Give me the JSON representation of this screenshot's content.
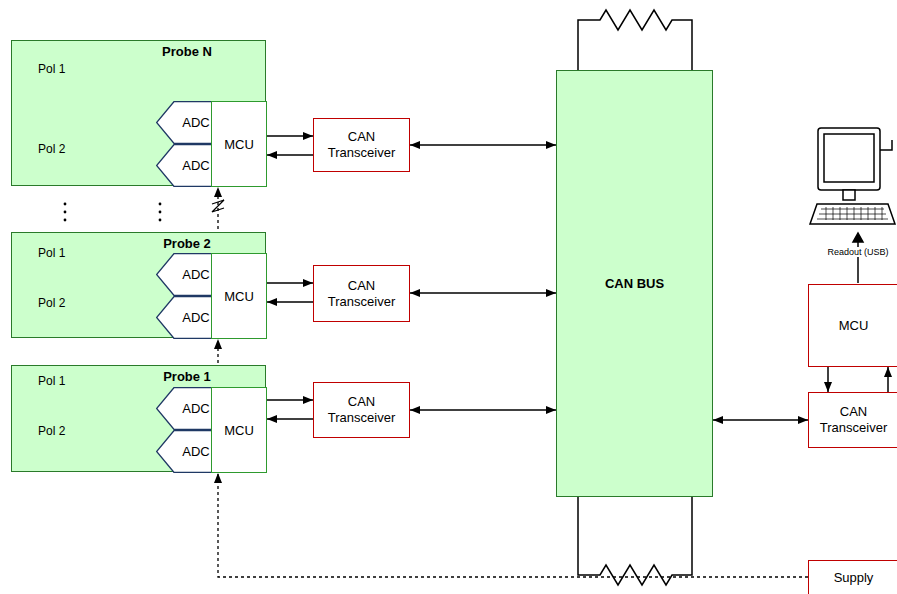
{
  "diagram": {
    "nodes": [
      {
        "text": [
          "Probe N"
        ]
      },
      {
        "text": [
          "ADC"
        ],
        "in": 0
      },
      {
        "text": [
          "ADC"
        ],
        "in": 0
      },
      {
        "text": [
          "MCU"
        ],
        "in": 0
      },
      {
        "text": [
          "CAN Transceiver"
        ]
      },
      {
        "text": [
          "Probe 2"
        ]
      },
      {
        "text": [
          "ADC"
        ],
        "in": 5
      },
      {
        "text": [
          "ADC"
        ],
        "in": 5
      },
      {
        "text": [
          "MCU"
        ],
        "in": 5
      },
      {
        "text": [
          "CAN Transceiver"
        ]
      },
      {
        "text": [
          "CAN BUS"
        ]
      },
      {
        "text": [
          "Probe 1"
        ]
      },
      {
        "text": [
          "ADC"
        ],
        "in": 11
      },
      {
        "text": [
          "ADC"
        ],
        "in": 11
      },
      {
        "text": [
          "MCU"
        ],
        "in": 11
      },
      {
        "text": [
          "CAN Transceiver"
        ]
      },
      {
        "text": [
          "MCU"
        ]
      },
      {
        "text": [
          "CAN Transceiver"
        ]
      },
      {
        "text": [
          "Supply"
        ]
      }
    ],
    "edges": [
      {
        "from": 3,
        "to": 4,
        "arrow": "to"
      },
      {
        "from": 4,
        "to": 3,
        "arrow": "to"
      },
      {
        "from": 4,
        "to": 10,
        "arrow": "both"
      },
      {
        "from": 8,
        "to": 9,
        "arrow": "to"
      },
      {
        "from": 9,
        "to": 8,
        "arrow": "to"
      },
      {
        "from": 9,
        "to": 10,
        "arrow": "both"
      },
      {
        "from": 14,
        "to": 15,
        "arrow": "to"
      },
      {
        "from": 15,
        "to": 14,
        "arrow": "to"
      },
      {
        "from": 15,
        "to": 10,
        "arrow": "both"
      },
      {
        "from": 10,
        "to": 17,
        "arrow": "both"
      },
      {
        "from": 16,
        "to": 17,
        "arrow": "to"
      },
      {
        "from": 17,
        "to": 16,
        "arrow": "to"
      },
      {
        "from": 18,
        "to": 14,
        "arrow": "to"
      },
      {
        "from": 14,
        "to": 8,
        "arrow": "to"
      },
      {
        "from": 8,
        "to": 3,
        "arrow": "to"
      }
    ],
    "labels": [
      "Pol 1",
      "Pol 2",
      "Pol 1",
      "Pol 2",
      "Pol 1",
      "Pol 2",
      "Readout (USB)"
    ]
  }
}
